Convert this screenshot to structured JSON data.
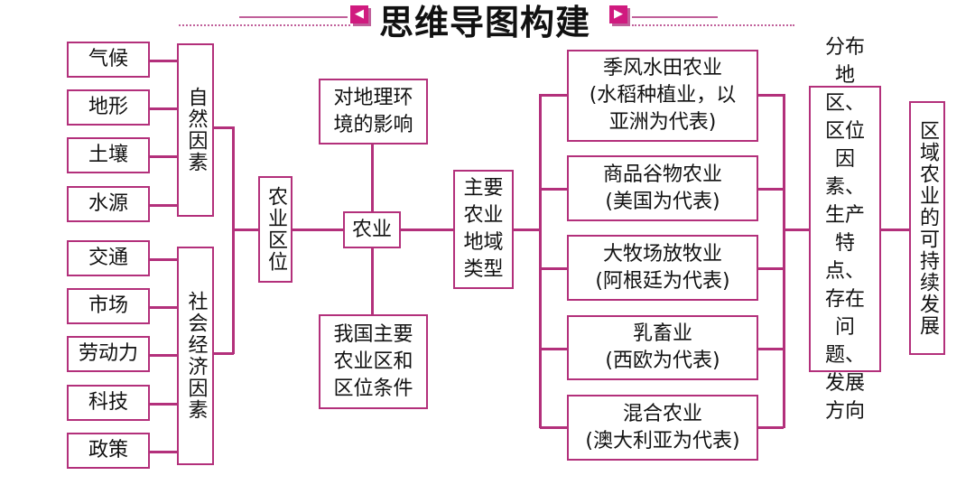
{
  "title": "思维导图构建",
  "icons": {
    "left": "◀",
    "right": "▶"
  },
  "natural": {
    "label": "自然因素",
    "items": [
      "气候",
      "地形",
      "土壤",
      "水源"
    ]
  },
  "social": {
    "label": "社会经济因素",
    "items": [
      "交通",
      "市场",
      "劳动力",
      "科技",
      "政策"
    ]
  },
  "location": "农业区位",
  "agriculture": "农业",
  "impact": "对地理环境的影响",
  "china": "我国主要农业区和区位条件",
  "types_label": "主要农业地域类型",
  "types": [
    {
      "name": "季风水田农业",
      "note": "(水稻种植业，以亚洲为代表)"
    },
    {
      "name": "商品谷物农业",
      "note": "(美国为代表)"
    },
    {
      "name": "大牧场放牧业",
      "note": "(阿根廷为代表)"
    },
    {
      "name": "乳畜业",
      "note": "(西欧为代表)"
    },
    {
      "name": "混合农业",
      "note": "(澳大利亚为代表)"
    }
  ],
  "aspects": "分布地区、区位因素、生产特点、存在问题、发展方向",
  "sustainable": "区域农业的可持续发展"
}
